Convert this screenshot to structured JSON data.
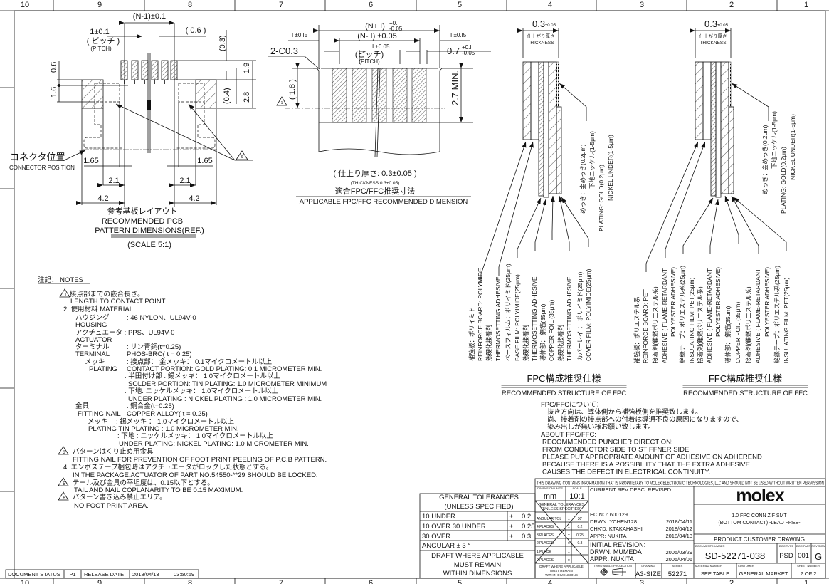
{
  "zones": {
    "columns": [
      "10",
      "9",
      "8",
      "7",
      "6",
      "5",
      "4",
      "3",
      "2",
      "1"
    ]
  },
  "pcb_layout": {
    "n_minus_1": "(N-1)±0.1",
    "pitch_value": "1±0.1",
    "pitch_jp": "( ピッチ )",
    "pitch_en": "(PITCH)",
    "dim_0_6_ref": "( 0.6 )",
    "dim_0_3_ref": "(0.3)",
    "dim_0_6": "0.6",
    "dim_1_6": "1.6",
    "dim_1_9": "1.9",
    "dim_2_8": "2.8",
    "dim_0_4_ref": "(0.4)",
    "connector_position_jp": "コネクタ位置",
    "connector_position_en": "CONNECTOR POSITION",
    "dim_1_65": "1.65",
    "dim_2_1": "2.1",
    "dim_4_2": "4.2",
    "note_marker": "6",
    "title_jp": "参考基板レイアウト",
    "title_en_1": "RECOMMENDED PCB",
    "title_en_2": "PATTERN DIMENSIONS(REF.)",
    "scale": "(SCALE 5:1)"
  },
  "fpc_dimension": {
    "n_plus_1": "(N+ I)",
    "n_plus_1_tol_upper": "+0.I",
    "n_plus_1_tol_lower": "-0.05",
    "n_minus_1": "(N- I) ±0.05",
    "side_tol": "I ±0.I5",
    "pitch_tol": "I ±0.05",
    "pitch_jp": "(ピッチ)",
    "pitch_en": "(PITCH)",
    "edge_dim": "0.7",
    "edge_tol_upper": "+0.I",
    "edge_tol_lower": "-0.05",
    "chamfer": "2-C0.3",
    "dim_1_8": "( 1.8 )",
    "dim_2_7": "2.7 MIN.",
    "note_marker": "1",
    "thickness_jp": "( 仕上り厚さ: 0.3±0.05 )",
    "thickness_en": "(THICKNESS:0.3±0.05)",
    "title_jp": "適合FPC/FFC推奨寸法",
    "title_en": "APPLICABLE FPC/FFC RECOMMENDED DIMENSION"
  },
  "fpc_structure": {
    "thickness": "0.3",
    "thickness_tol": "±0.05",
    "thickness_jp": "仕上がり厚さ",
    "thickness_en": "THICKNESS",
    "plating": [
      "めっき：金めっき(0.2μm)",
      "下地ニッケル(1-5μm)",
      "PLATING: GOLD(0.2μm)",
      "NICKEL UNDER(1-5μm)"
    ],
    "labels": [
      "補強板：ポリイミド",
      "REINFORCE BOARD: POLYMIDE",
      "熱硬化接着剤",
      "THERMOSETTING ADHESIVE",
      "ベースフィルム：ポリイミド(25μm)",
      "BASE FILM: POLYIMIDE(25μm)",
      "熱硬化接着剤",
      "THERMOSETTING ADHESIVE",
      "導体部： 銅箔(35μm)",
      "COPPER FOIL (35μm)",
      "熱硬化接着剤",
      "THERMOSETTING ADHESIVE",
      "カバーレイ ： ポリイミド(25μm)",
      "COVER FILM: POLYIMIDE(25μm)"
    ],
    "title_jp": "FPC構成推奨仕様",
    "title_en": "RECOMMENDED STRUCTURE OF FPC"
  },
  "ffc_structure": {
    "thickness": "0.3",
    "thickness_tol": "±0.05",
    "thickness_jp": "仕上がり厚さ",
    "thickness_en": "THICKNESS",
    "plating": [
      "めっき：金めっき(0.2μm)",
      "下地ニッケル(1-5μm)",
      "PLATING: GOLD(0.2μm)",
      "NICKEL UNDER(1-5μm)"
    ],
    "labels": [
      "補強板：ポリエステル系",
      "REINFORCE BOARD: PET",
      "接着剤(難燃ポリエステル系)",
      "ADHESIVE ( FLAME-RETARDANT",
      "POLYESTER ADHESIVE)",
      "絶縁テープ：ポリエステル系(25μm)",
      "INSULATING FILM: PET(25μm)",
      "接着剤(難燃ポリエステル系)",
      "ADHESIVE ( FLAME-RETARDANT",
      "POLYESTER ADHESIVE)",
      "導体部： 銅箔(35μm)",
      "COPPER FOIL (35μm)",
      "接着剤(難燃ポリエステル系)",
      "ADHESIVE ( FLAME-RETARDANT",
      "POLYESTER ADHESIVE)",
      "絶縁テープ：ポリエステル系(25μm)",
      "INSULATING FILM: PET(25μm)"
    ],
    "title_jp": "FFC構成推奨仕様",
    "title_en": "RECOMMENDED STRUCTURE OF FFC"
  },
  "fpc_ffc_notes": [
    "FPC/FFCについて：",
    "抜き方向は、導体側から補強板側を推奨致します。",
    "尚、接着剤の接点部への付着は導通不良の原因になりますので、",
    "染み出しが無い様お願い致します。",
    "ABOUT FPC/FFC:",
    "RECOMMENDED PUNCHER DIRECTION:",
    "FROM CONDUCTOR SIDE TO STIFFNER SIDE",
    "PLEASE PUT APPROPRIATE AMOUNT OF ADHESIVE ON ADHEREND",
    "BECAUSE THERE IS A POSSIBILITY THAT THE EXTRA ADHESIVE",
    "CAUSES THE    DEFECT IN ELECTRICAL CONTINUITY."
  ],
  "notes": {
    "heading": "注記：   NOTES",
    "markers": [
      "1",
      "3",
      "5",
      "6"
    ],
    "lines": [
      "接点部までの嵌合長さ。",
      "LENGTH TO CONTACT POINT.",
      "2. 使用材料    MATERIAL",
      "ハウジング",
      ": 46 NYLON、UL94V-0",
      "HOUSING",
      "アクチュエータ : PPS、UL94V-0",
      "ACTUATOR",
      "ターミナル",
      ": リン青銅(t=0.25)",
      "TERMINAL",
      "PHOS-BRO( t = 0.25)",
      "メッキ",
      ": 接点部：   金メッキ： 0.1マイクロメートル以上",
      "PLATING",
      "CONTACT PORTION: GOLD PLATING: 0.1 MICROMETER MIN.",
      ": 半田付け部 : 錫メッキ：   1.0マイクロメートル以上",
      "SOLDER PORTION: TIN PLATING: 1.0 MICROMETER MINIMUM",
      ":  下地: ニッケルメッキ：  1.0マイクロメートル以上",
      "UNDER PLATING : NICKEL PLATING : 1.0 MICROMETER MIN.",
      "金具",
      ": 銅合金(t=0.25)",
      "FITTING NAIL",
      "COPPER ALLOY( t = 0.25)",
      "メッキ",
      ": 錫メッキ ： 1.0マイクロメートル以上",
      "PLATING   TIN   PLATING :  1.0 MICROMETER MIN.",
      ": 下地 : ニッケルメッキ：  1.0マイクロメートル以上",
      "UNDER PLATING: NICKEL PLATING: 1.0 MICROMETER MIN.",
      "パターンはくり止め用金具",
      "FITTING NAIL FOR PREVENTION OF FOOT PRINT PEELING OF P.C.B PATTERN.",
      "4.  エンボステープ梱包時はアクチュエータがロックした状態とする。",
      "IN THE PACKAGE,ACTUATOR OF PART NO.54550-**29 SHOULD BE LOCKED.",
      "テール及び金具の平坦度は、0.15以下とする。",
      "TAIL AND NAIL COPLANARITY TO BE 0.15 MAXIMUM.",
      "パターン書き込み禁止エリア。",
      "NO FOOT PRINT AREA."
    ]
  },
  "general_tolerances": {
    "title": "GENERAL TOLERANCES",
    "subtitle": "(UNLESS SPECIFIED)",
    "rows": [
      {
        "range": "10  UNDER",
        "sign": "±",
        "value": "0.2"
      },
      {
        "range": "10  OVER   30   UNDER",
        "sign": "±",
        "value": "0.25"
      },
      {
        "range": "30  OVER",
        "sign": "±",
        "value": "0.3"
      }
    ],
    "angular": "ANGULAR       ±  3  °",
    "draft": [
      "DRAFT WHERE APPLICABLE",
      "MUST REMAIN",
      "WITHIN DIMENSIONS"
    ]
  },
  "document_status": {
    "label": "DOCUMENT STATUS",
    "status": "P1",
    "release_label": "RELEASE DATE",
    "release_date": "2018/04/13",
    "release_time": "03:50:59"
  },
  "title_block": {
    "proprietary": "THIS DRAWING CONTAINS INFORMATION THAT IS PROPRIETARY TO MOLEX ELECTRONIC TECHNOLOGIES, LLC AND SHOULD NOT BE USED WITHOUT WRITTEN PERMISSION",
    "dimension_units_label": "DIMENSION UNITS",
    "dimension_units": "mm",
    "scale_label": "SCALE",
    "scale": "10:1",
    "tol_title": "GENERAL TOLERANCES",
    "tol_subtitle": "(UNLESS SPECIFIED)",
    "tol_rows": [
      {
        "label": "ANGULAR TOL",
        "sign": "±",
        "value": "30'"
      },
      {
        "label": "4 PLACES",
        "sign": "±",
        "value": "0.2"
      },
      {
        "label": "3 PLACES",
        "sign": "±",
        "value": "0.25"
      },
      {
        "label": "2 PLACES",
        "sign": "±",
        "value": "0.3"
      },
      {
        "label": "1 PLACE",
        "sign": "±",
        "value": ""
      },
      {
        "label": "0 PLACES",
        "sign": "±",
        "value": ""
      }
    ],
    "tol_draft": [
      "DRAFT WHERE APPLICABLE",
      "MUST REMAIN",
      "WITHIN DIMENSIONS"
    ],
    "current_rev": "CURRENT REV DESC: REVISED",
    "ec_no": "EC NO:   600129",
    "current_rows": [
      {
        "role": "DRWN:  YCHEN128",
        "date": "2018/04/11"
      },
      {
        "role": "CHK'D:  KTAKAHASHI",
        "date": "2018/04/12"
      },
      {
        "role": "APPR:  NUKITA",
        "date": "2018/04/13"
      }
    ],
    "initial_revision": "INITIAL REVISION:",
    "initial_rows": [
      {
        "role": "DRWN:  MUMEDA",
        "date": "2005/03/29"
      },
      {
        "role": "APPR:  NUKITA",
        "date": "2005/04/06"
      }
    ],
    "projection_label": "THIRD ANGLE PROJECTION",
    "drawing_label": "DRAWING",
    "drawing": "A3-SIZE",
    "series_label": "SERIES",
    "series": "52271",
    "logo": "molex",
    "product_title_1": "1.0 FPC CONN ZIF SMT",
    "product_title_2": "(BOTTOM CONTACT) -LEAD FREE-",
    "drawing_type": "PRODUCT CUSTOMER DRAWING",
    "document_number_label": "DOCUMENT NUMBER",
    "document_number": "SD-52271-038",
    "doc_type_label": "DOC TYPE",
    "doc_type": "PSD",
    "doc_part_label": "DOC PART",
    "doc_part": "001",
    "revision_label": "REVISION",
    "revision": "G",
    "material_number_label": "MATERIAL NUMBER",
    "material_number": "SEE TABLE",
    "customer_label": "CUSTOMER",
    "customer": "GENERAL MARKET",
    "sheet_number_label": "SHEET NUMBER",
    "sheet_number": "2 OF 2"
  }
}
